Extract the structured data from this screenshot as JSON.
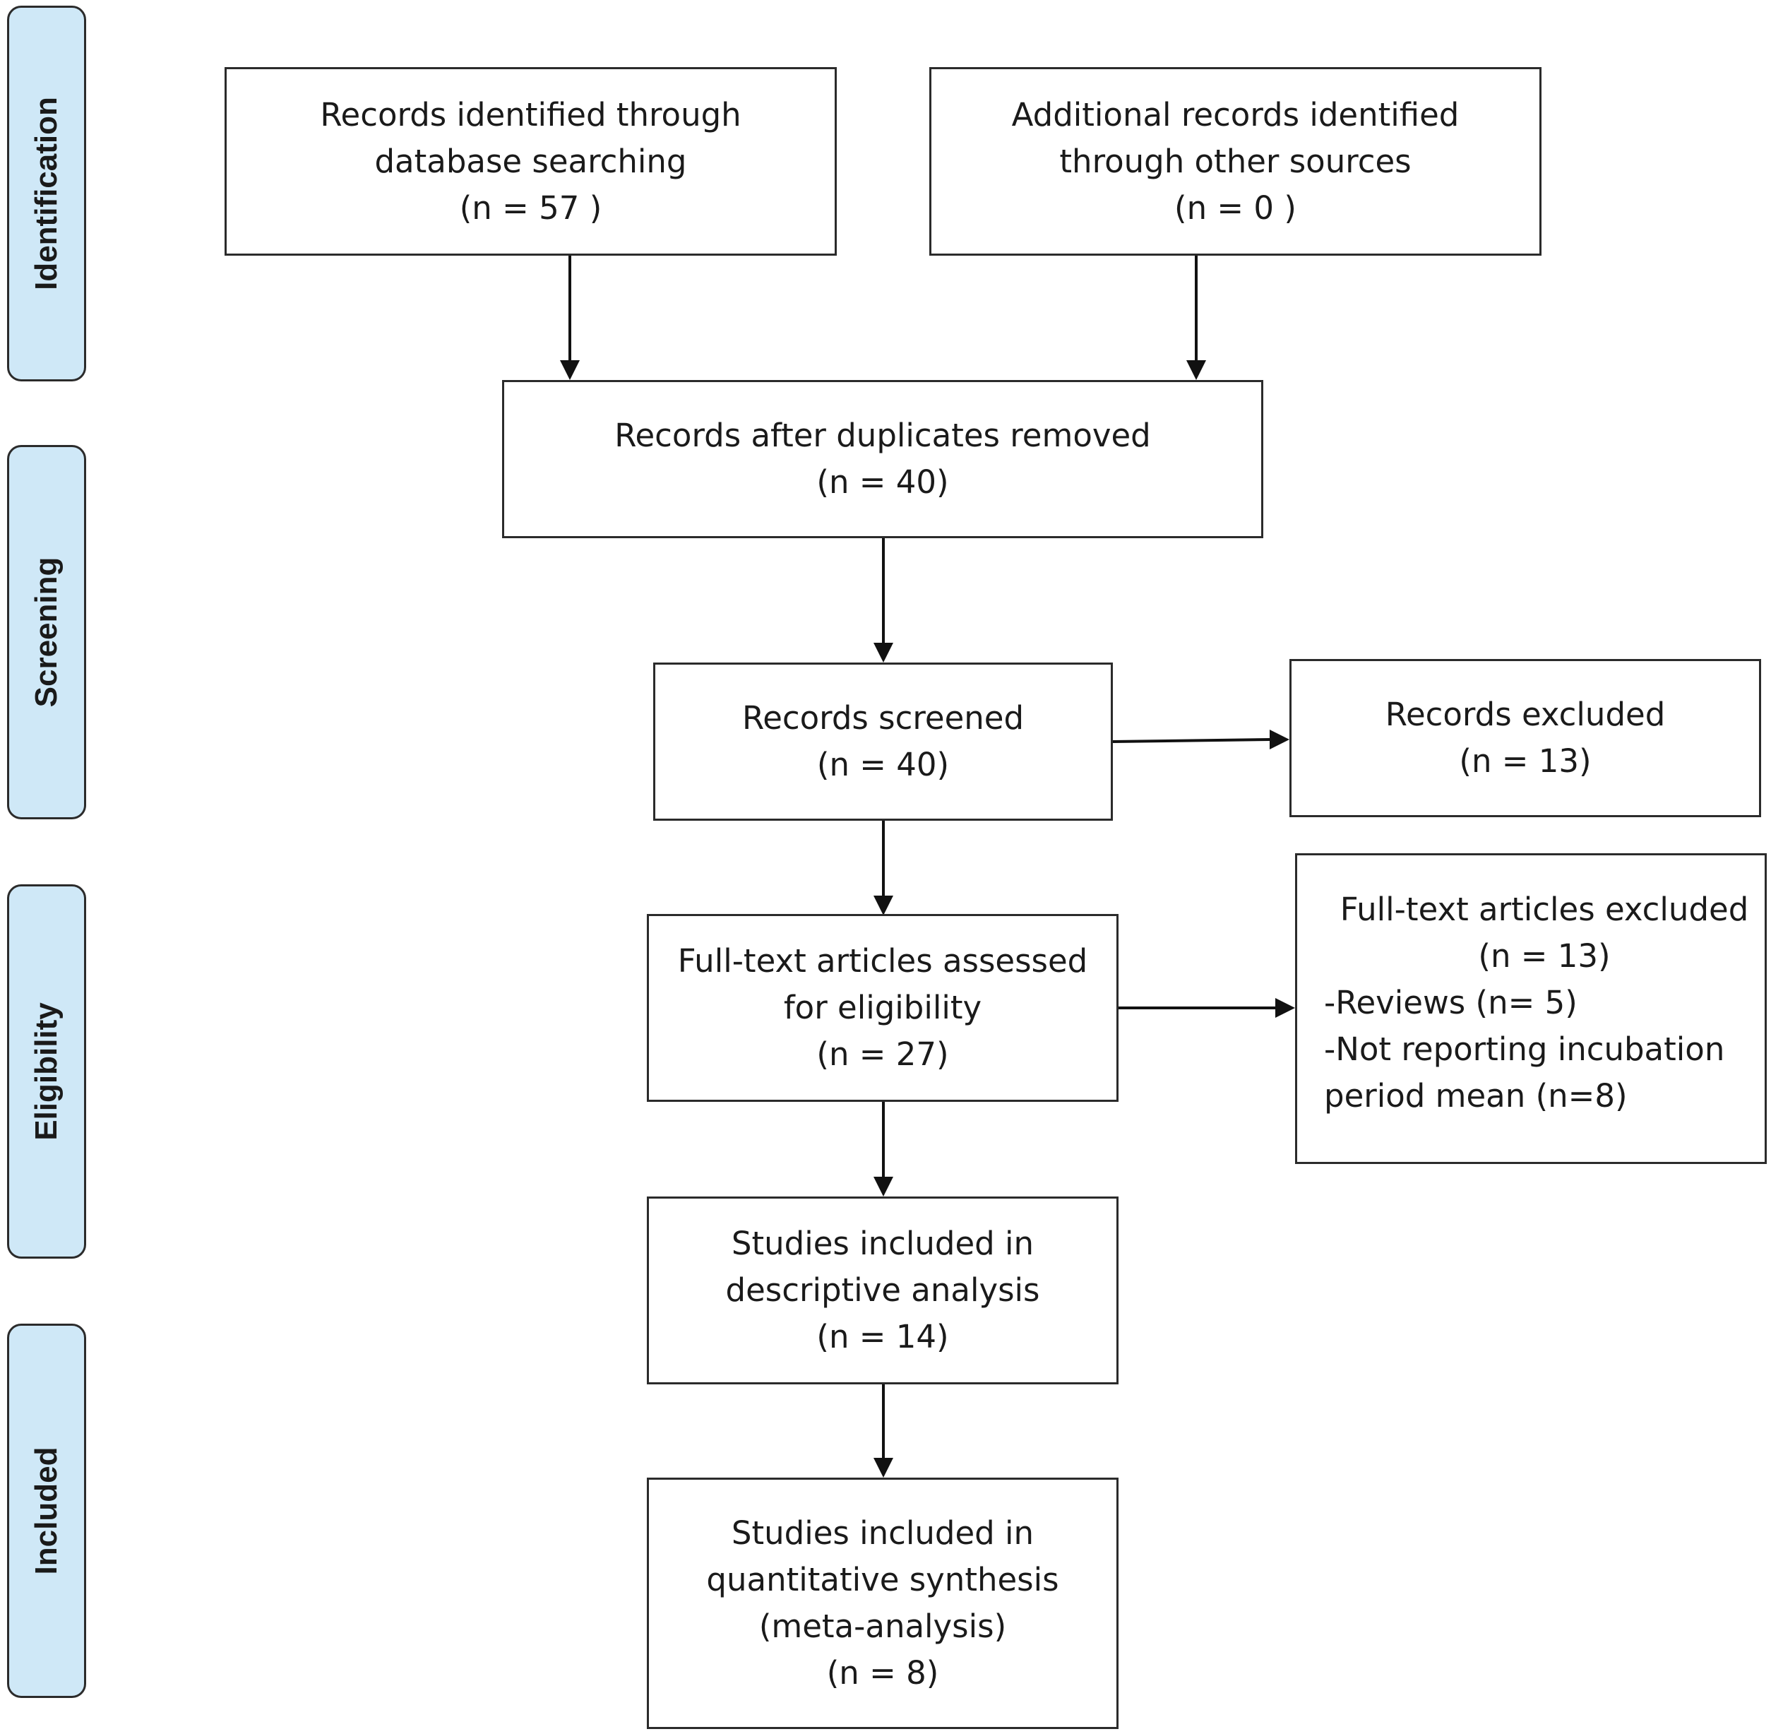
{
  "colors": {
    "phase_fill": "#cfe8f7",
    "border": "#2b2b2b",
    "arrow": "#111111"
  },
  "phases": [
    {
      "key": "identification",
      "label": "Identification"
    },
    {
      "key": "screening",
      "label": "Screening"
    },
    {
      "key": "eligibility",
      "label": "Eligibility"
    },
    {
      "key": "included",
      "label": "Included"
    }
  ],
  "boxes": {
    "database_search": {
      "lines": [
        "Records identified through",
        "database searching",
        "(n =  57 )"
      ],
      "n": 57
    },
    "other_sources": {
      "lines": [
        "Additional records identified",
        "through other sources",
        "(n =  0 )"
      ],
      "n": 0
    },
    "duplicates_removed": {
      "lines": [
        "Records after duplicates removed",
        "(n = 40)"
      ],
      "n": 40
    },
    "screened": {
      "lines": [
        "Records screened",
        "(n = 40)"
      ],
      "n": 40
    },
    "excluded": {
      "lines": [
        "Records excluded",
        "(n = 13)"
      ],
      "n": 13
    },
    "fulltext_assessed": {
      "lines": [
        "Full-text articles assessed",
        "for eligibility",
        "(n = 27)"
      ],
      "n": 27
    },
    "fulltext_excluded": {
      "lines": [
        "Full-text articles excluded",
        "(n = 13)",
        "-Reviews (n= 5)",
        "-Not reporting incubation",
        "period mean (n=8)"
      ],
      "n": 13
    },
    "descriptive": {
      "lines": [
        "Studies included in",
        "descriptive analysis",
        "(n = 14)"
      ],
      "n": 14
    },
    "quantitative": {
      "lines": [
        "Studies included in",
        "quantitative synthesis",
        "(meta-analysis)",
        "(n = 8)"
      ],
      "n": 8
    }
  }
}
